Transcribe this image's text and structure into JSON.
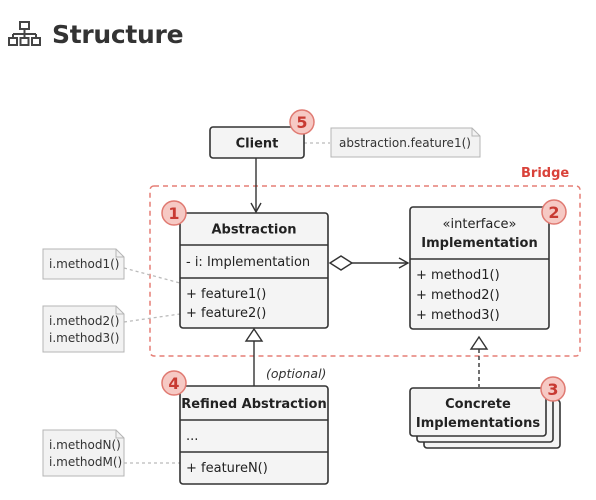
{
  "header": {
    "title": "Structure",
    "icon": "hierarchy-icon"
  },
  "diagram": {
    "group_label": "Bridge",
    "optional_label": "(optional)",
    "client": {
      "name": "Client",
      "badge": "5"
    },
    "abstraction": {
      "name": "Abstraction",
      "badge": "1",
      "field": "- i: Implementation",
      "methods": [
        "+ feature1()",
        "+ feature2()"
      ]
    },
    "implementation": {
      "stereotype": "«interface»",
      "name": "Implementation",
      "badge": "2",
      "methods": [
        "+ method1()",
        "+ method2()",
        "+ method3()"
      ]
    },
    "refined": {
      "name": "Refined Abstraction",
      "badge": "4",
      "field": "...",
      "methods": [
        "+ featureN()"
      ]
    },
    "concrete": {
      "name_line1": "Concrete",
      "name_line2": "Implementations",
      "badge": "3"
    },
    "notes": {
      "client_note": "abstraction.feature1()",
      "feature1_note": [
        "i.method1()"
      ],
      "feature2_note": [
        "i.method2()",
        "i.method3()"
      ],
      "featureN_note": [
        "i.methodN()",
        "i.methodM()"
      ]
    }
  },
  "colors": {
    "accent_red": "#d9423a",
    "badge_fill": "#f6c9c4",
    "box_fill": "#f4f4f4",
    "note_fill": "#f2f2f2",
    "border": "#333333"
  }
}
